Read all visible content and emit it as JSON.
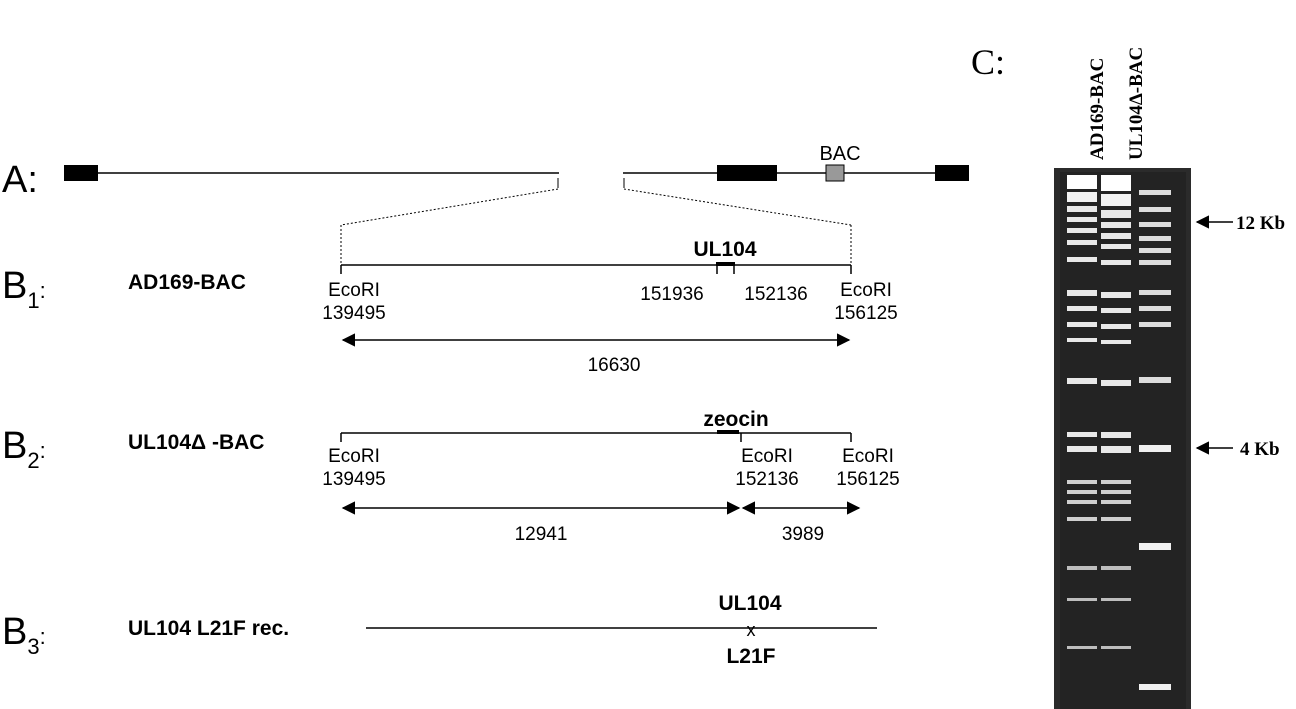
{
  "panelA": {
    "label": "A:",
    "bac_label": "BAC"
  },
  "panelB1": {
    "label_main": "B",
    "label_sub": "1",
    "label_colon": ":",
    "construct": "AD169-BAC",
    "gene": "UL104",
    "left_site": "EcoRI",
    "left_pos": "139495",
    "gene_start": "151936",
    "gene_end": "152136",
    "right_site": "EcoRI",
    "right_pos": "156125",
    "fragment": "16630"
  },
  "panelB2": {
    "label_main": "B",
    "label_sub": "2",
    "label_colon": ":",
    "construct": "UL104Δ -BAC",
    "cassette": "zeocin",
    "left_site": "EcoRI",
    "left_pos": "139495",
    "mid_site": "EcoRI",
    "mid_pos": "152136",
    "right_site": "EcoRI",
    "right_pos": "156125",
    "fragment_left": "12941",
    "fragment_right": "3989"
  },
  "panelB3": {
    "label_main": "B",
    "label_sub": "3",
    "label_colon": ":",
    "construct": "UL104 L21F rec.",
    "gene": "UL104",
    "mark": "x",
    "mutation": "L21F"
  },
  "panelC": {
    "label": "C:",
    "lanes": [
      "AD169-BAC",
      "UL104Δ-BAC"
    ],
    "markers": [
      "12 Kb",
      "4 Kb"
    ]
  }
}
